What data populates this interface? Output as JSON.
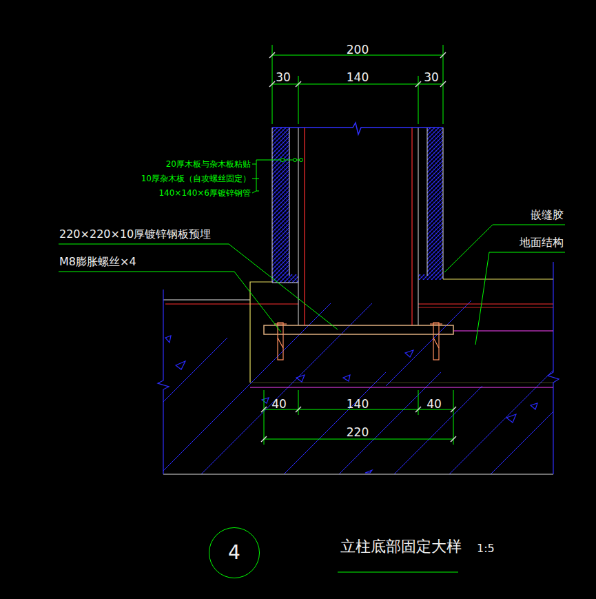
{
  "diagram": {
    "title": "立柱底部固定大样",
    "nodes": [
      {
        "text": [
          "4"
        ]
      }
    ],
    "labels": [
      "200",
      "30",
      "140",
      "30",
      "20厚木板与杂木板粘贴",
      "10厚杂木板（自攻螺丝固定）",
      "140×140×6厚镀锌钢管",
      "嵌缝胶",
      "地面结构",
      "220×220×10厚镀锌钢板预埋",
      "M8膨胀螺丝×4",
      "40",
      "140",
      "40",
      "220",
      "1:5"
    ]
  }
}
